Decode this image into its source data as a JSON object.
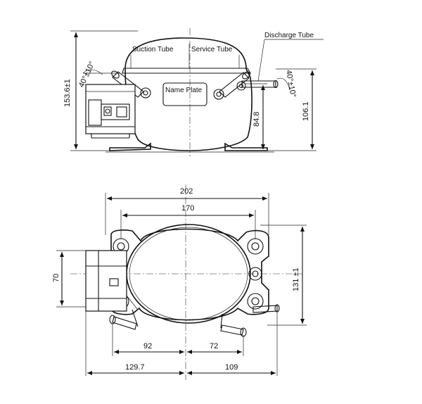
{
  "labels": {
    "suction_tube": "Suction Tube",
    "service_tube": "Service Tube",
    "discharge_tube": "Discharge Tube",
    "name_plate": "Name Plate"
  },
  "dimensions": {
    "total_height": "153.6±1",
    "height_right": "106.1",
    "tube_height": "84.8",
    "angle_left": "40°±10°",
    "angle_right": "40°±10°",
    "width_outer": "202",
    "width_inner": "170",
    "mount_depth": "131 ±1",
    "box_height": "70",
    "left_offset": "92",
    "right_offset": "72",
    "left_extent": "129.7",
    "right_extent": "109"
  }
}
